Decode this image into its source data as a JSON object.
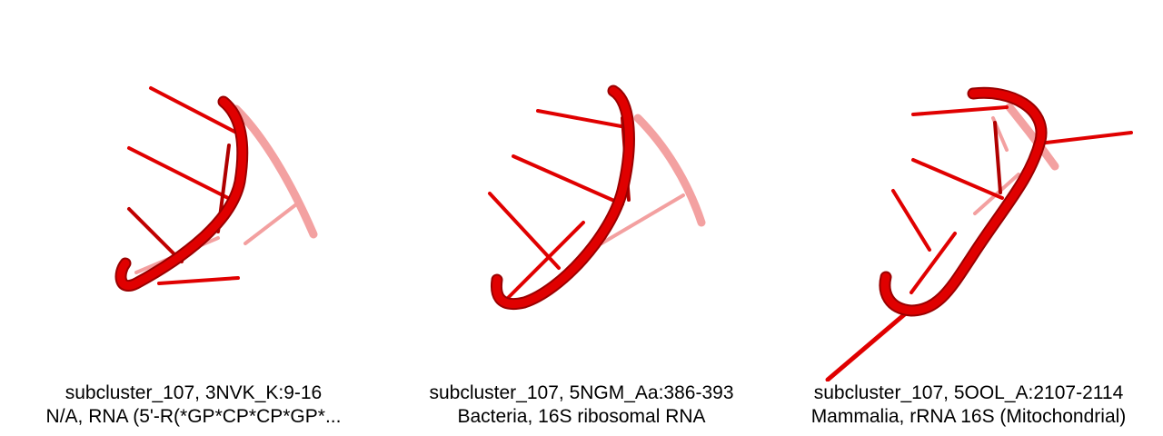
{
  "panels": [
    {
      "title": "subcluster_107, 3NVK_K:9-16",
      "subtitle": "N/A, RNA (5'-R(*GP*CP*CP*GP*..."
    },
    {
      "title": "subcluster_107, 5NGM_Aa:386-393",
      "subtitle": "Bacteria, 16S ribosomal RNA"
    },
    {
      "title": "subcluster_107, 5OOL_A:2107-2114",
      "subtitle": "Mammalia, rRNA 16S (Mitochondrial)"
    }
  ],
  "colors": {
    "backbone": "#e00000",
    "backbone_dark": "#9a0000",
    "background": "#ffffff"
  }
}
